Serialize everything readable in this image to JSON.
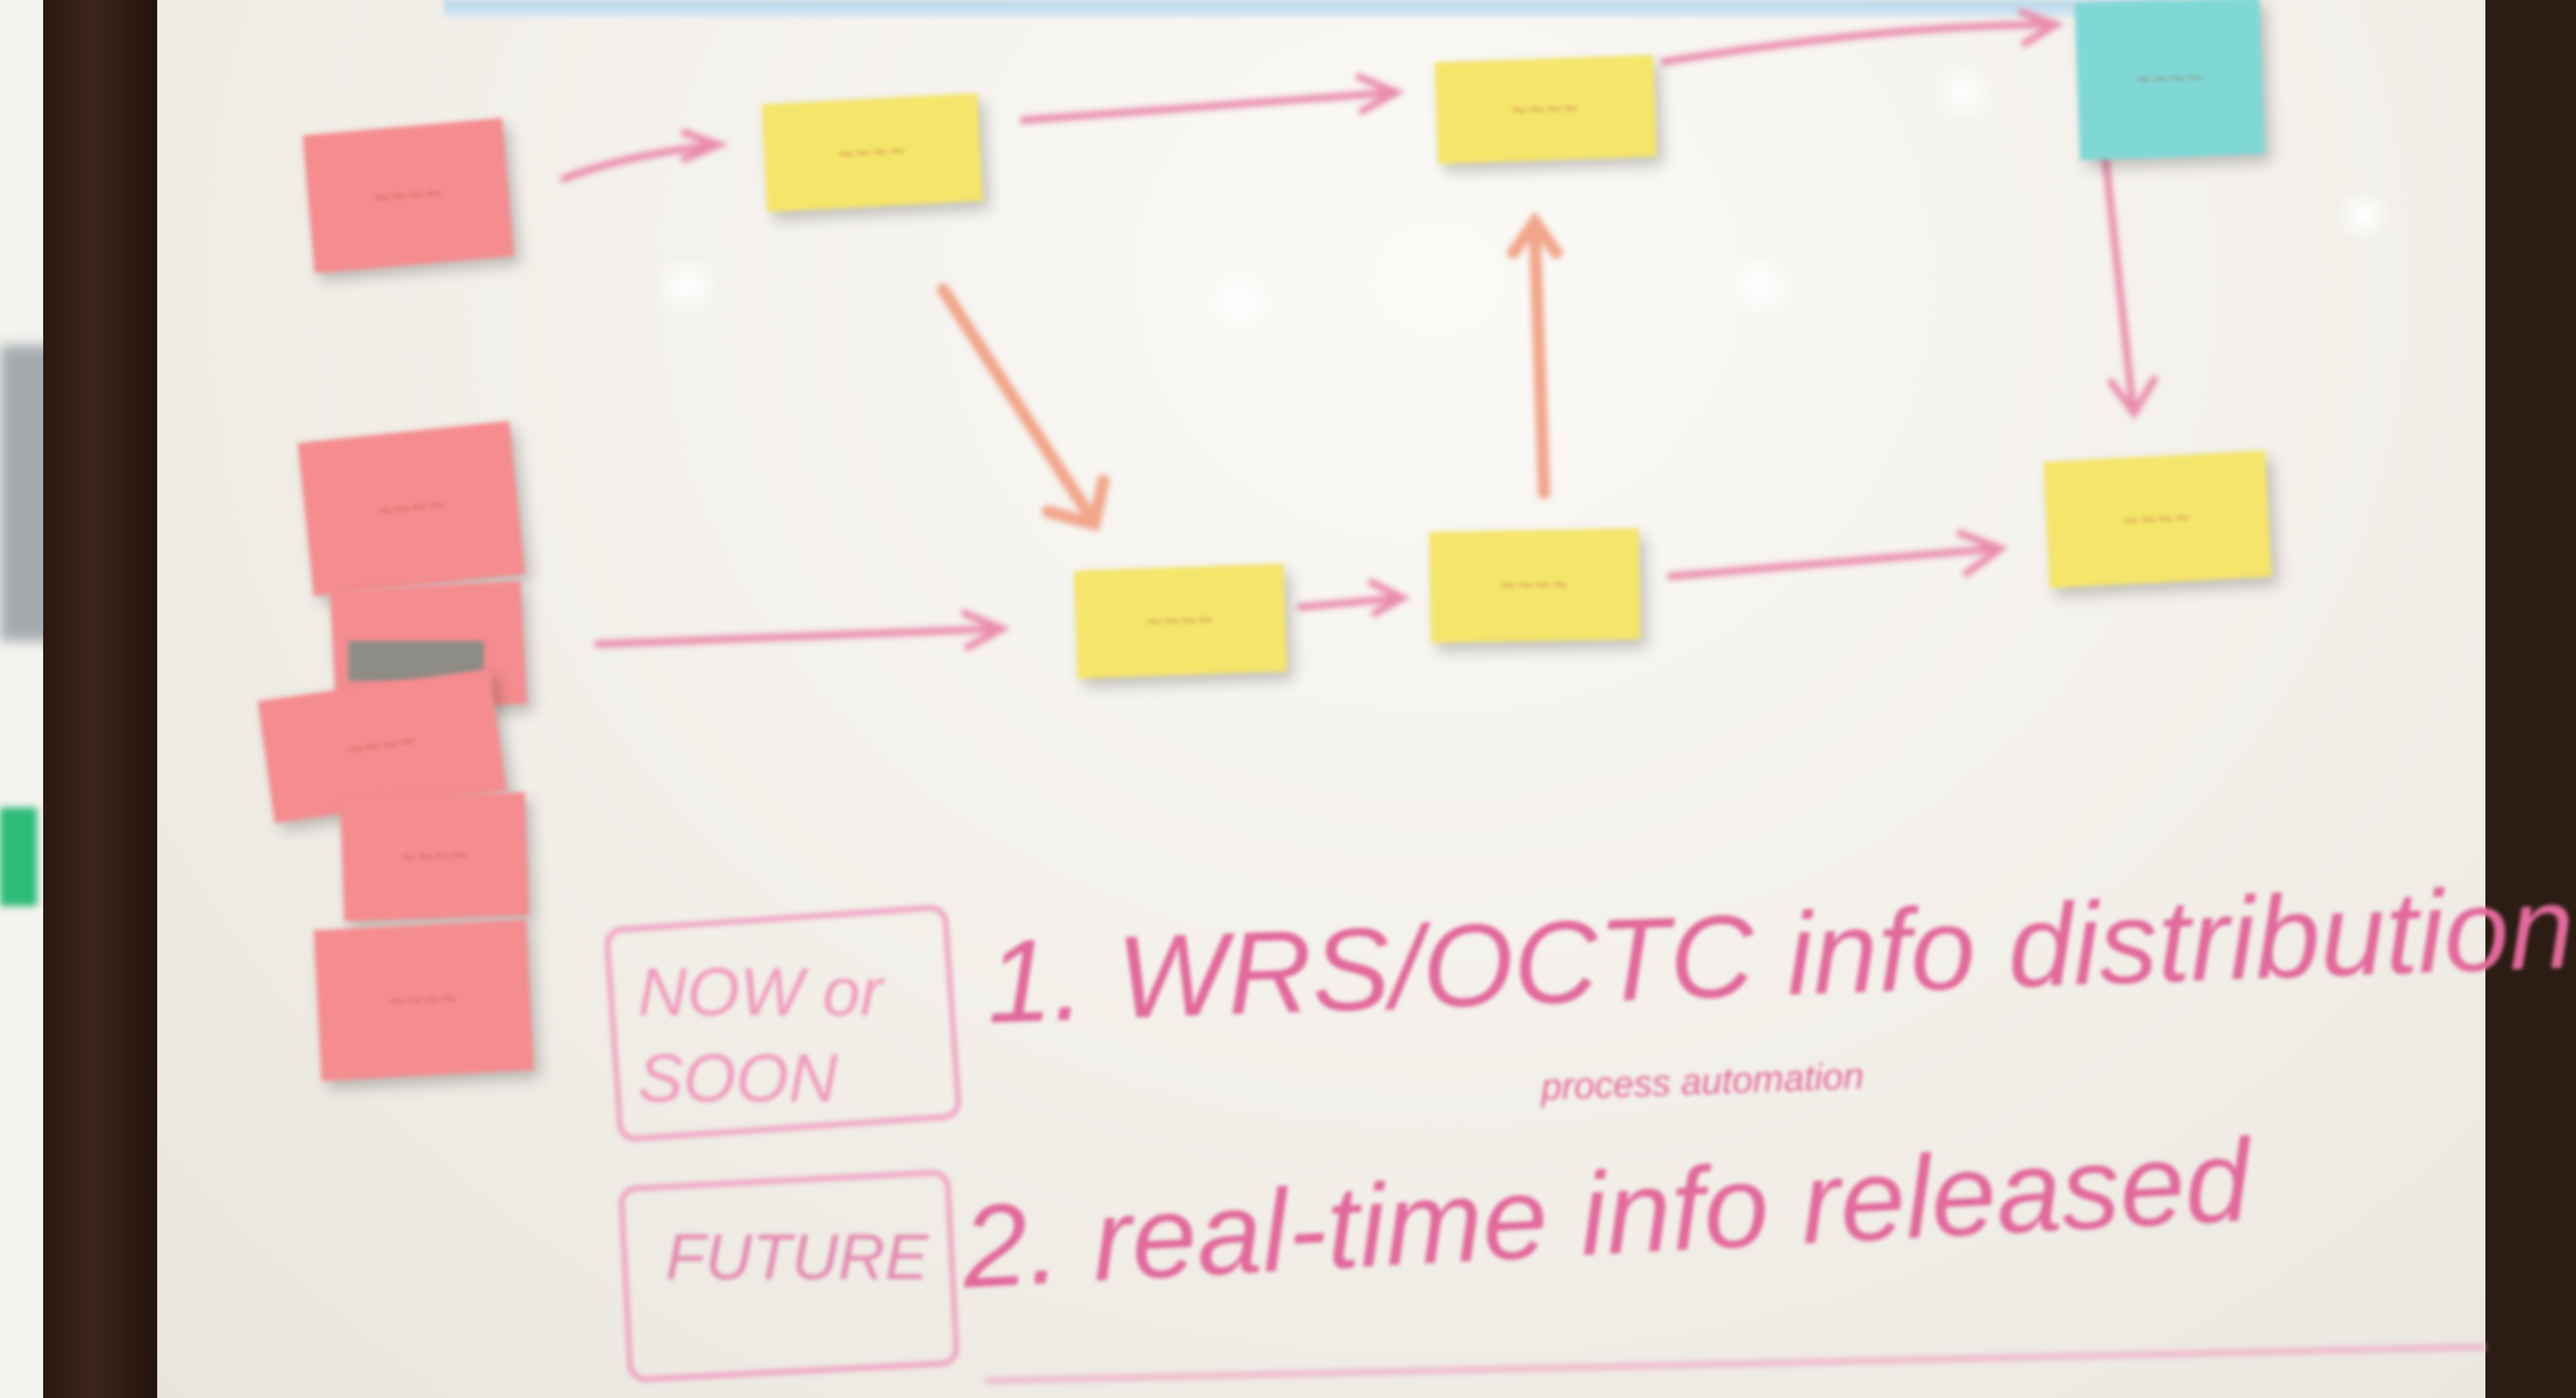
{
  "colors": {
    "marker": "#e2699b",
    "sticky_yellow": "#f5e56b",
    "sticky_pink": "#f58c8f",
    "sticky_cyan": "#7fd8d6",
    "board": "#f4f1eb",
    "frame": "#2a1811"
  },
  "whiteboard": {
    "line1_text": "1. WRS/OCTC info distribution",
    "line2_text": "2. real-time info released",
    "box1_text": "NOW or SOON",
    "box2_text": "FUTURE",
    "note_between_lines": "process automation"
  }
}
